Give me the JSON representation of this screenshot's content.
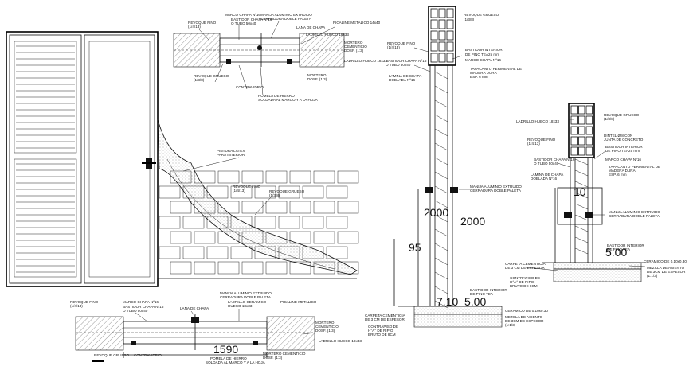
{
  "labels": {
    "top_plan": [
      "MARCO CHAPA Nº16",
      "BASTIDOR CHAPA Nº16",
      "O TUBO 50x40",
      "MANIJA ALUMINIO EXTRUIDO",
      "CERRADURA DOBLE PALETA",
      "LANA DE CHAPA",
      "PICALINE METALICO 14x40",
      "LADRILLO HUECO 18x33",
      "REVOQUE FINO",
      "(1/4/13)",
      "MORTERO",
      "CEMENTICIO",
      "DOSF. (1:3)",
      "LADRILLO HUECO 18x33",
      "REVOQUE GRUESO",
      "(1/3/8)",
      "CONTRAVIDRIO",
      "POMELA DE HIERRO",
      "SOLDADA AL MARCO Y A LA HOJA"
    ],
    "detail": [
      "PINTURA LATEX",
      "PARA INTERIOR",
      "REVOQUE FINO",
      "(1/4/13)",
      "REVOQUE GRUESO",
      "(1/3/8)"
    ],
    "bottom_plan": [
      "REVOQUE FINO",
      "(1/4/13)",
      "MARCO CHAPA Nº16",
      "BASTIDOR CHAPA Nº16",
      "O TUBO 50x40",
      "LANA DE CHAPA",
      "MANIJA ALUMINIO EXTRUIDO",
      "CERRADURA DOBLE PALETA",
      "LADRILLO CERAMICO",
      "HUECO 18x33",
      "PICALINE METALICO",
      "MORTERO",
      "CEMENTICIO",
      "DOSF. (1:3)",
      "LADRILLO HUECO 18x33",
      "REVOQUE GRUESO",
      "CONTRAVIDRIO",
      "POMELA DE HIERRO",
      "SOLDADA AL MARCO Y A LA HOJA",
      "MORTERO CEMENTICIO",
      "DOSF. (1:3)"
    ],
    "section_mid": [
      "REVOQUE GRUESO",
      "(1/3/8)",
      "REVOQUE FINO",
      "(1/4/13)",
      "BASTIDOR INTERIOR",
      "DE PINO TEA25 mm",
      "MARCO CHAPA Nº16",
      "BASTIDOR CHAPA Nº16",
      "O TUBO 50x40",
      "TAPACANTO PERIMENTAL DE",
      "MADERA DURA",
      "ESP. 6 mm",
      "LAMINA DE CHAPA",
      "DOBLADA Nº16",
      "MANIJA ALUMINIO EXTRUIDO",
      "CERRADURA DOBLE PALETA",
      "BASTIDOR INTERIOR",
      "DE PINO TEA",
      "CARPETA CEMENTICIA",
      "DE 3 CM DE ESPESOR",
      "CONTRAPISO DE",
      "H°A° DE RIPIO",
      "BRUTO DE 8CM",
      "CERAMICO DE 0.10x0.30",
      "MEZCLA DE ASIENTO",
      "DE 3CM DE ESPESOR",
      "(1:1/3)"
    ],
    "section_right": [
      "LADRILLO HUECO 18x33",
      "REVOQUE GRUESO",
      "(1/3/8)",
      "DINTEL Ø 8 CON",
      "JUNTA DE CONCRETO",
      "REVOQUE FINO",
      "(1/4/13)",
      "BASTIDOR INTERIOR",
      "DE PINO TEA25 mm",
      "BASTIDOR CHAPA Nº16",
      "O TUBO 50x40",
      "MARCO CHAPA Nº16",
      "TAPACANTO PERIMENTAL DE",
      "MADERA DURA",
      "ESP. 6 mm",
      "LAMINA DE CHAPA",
      "DOBLADA Nº16",
      "MANIJA ALUMINIO EXTRUIDO",
      "CERRADURA DOBLE PALETA",
      "BASTIDOR INTERIOR",
      "DE PINO TEA",
      "CARPETA CEMENTICIA",
      "DE 3 CM DE ESPESOR",
      "CONTRAPISO DE",
      "H°A° DE RIPIO",
      "BRUTO DE 8CM",
      "CERAMICO DE 0.10x0.30",
      "MEZCLA DE ASIENTO",
      "DE 3CM DE ESPESOR",
      "(1:1/3)"
    ]
  },
  "dimensions": {
    "width_bottom": "1590",
    "height_left": "2000",
    "height_right": "2000",
    "h95": "95",
    "floor_mid": "7.10",
    "floor_mid2": "5.00",
    "top_right": "10",
    "floor_right": "5.00"
  }
}
